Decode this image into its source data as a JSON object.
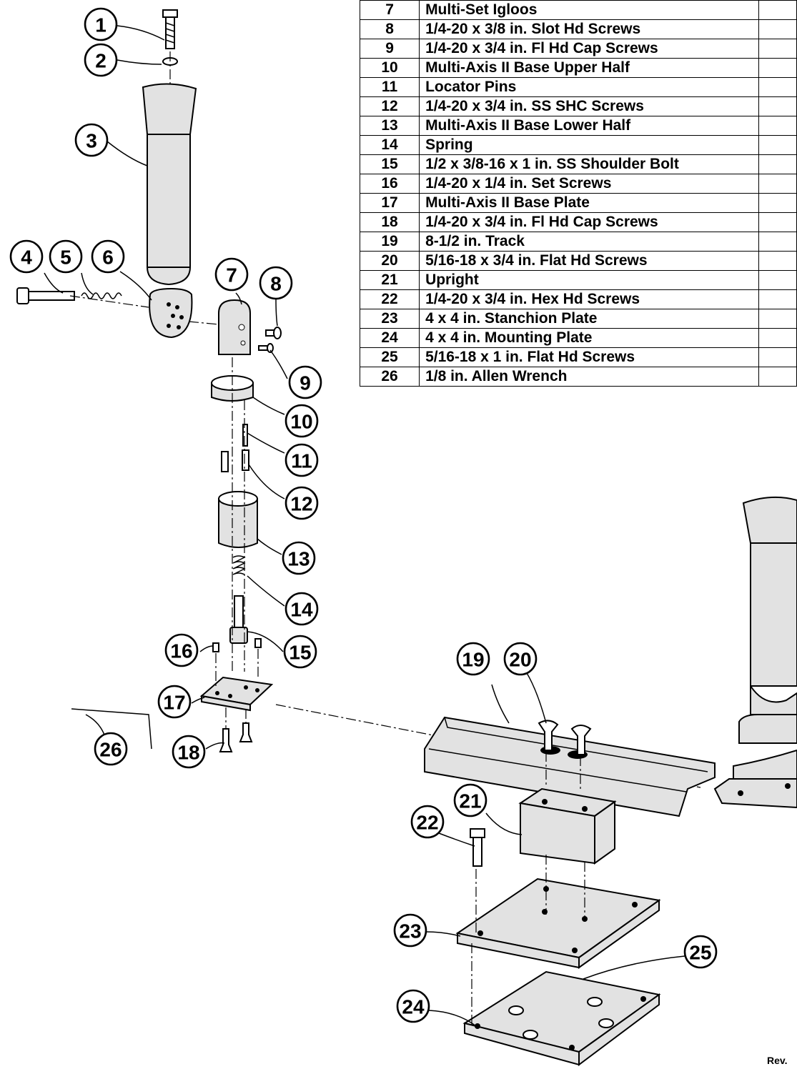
{
  "parts": [
    {
      "number": "7",
      "description": "Multi-Set Igloos"
    },
    {
      "number": "8",
      "description": "1/4-20 x 3/8 in. Slot Hd Screws"
    },
    {
      "number": "9",
      "description": "1/4-20 x 3/4 in. Fl Hd Cap Screws"
    },
    {
      "number": "10",
      "description": "Multi-Axis II Base Upper Half"
    },
    {
      "number": "11",
      "description": "Locator Pins"
    },
    {
      "number": "12",
      "description": "1/4-20 x 3/4 in. SS SHC Screws"
    },
    {
      "number": "13",
      "description": "Multi-Axis II Base Lower Half"
    },
    {
      "number": "14",
      "description": "Spring"
    },
    {
      "number": "15",
      "description": "1/2 x 3/8-16 x 1 in. SS Shoulder Bolt"
    },
    {
      "number": "16",
      "description": "1/4-20 x 1/4 in. Set Screws"
    },
    {
      "number": "17",
      "description": "Multi-Axis II Base Plate"
    },
    {
      "number": "18",
      "description": "1/4-20 x 3/4 in. Fl Hd Cap Screws"
    },
    {
      "number": "19",
      "description": "8-1/2 in. Track"
    },
    {
      "number": "20",
      "description": "5/16-18 x 3/4 in. Flat Hd Screws"
    },
    {
      "number": "21",
      "description": "Upright"
    },
    {
      "number": "22",
      "description": "1/4-20 x 3/4 in. Hex Hd Screws"
    },
    {
      "number": "23",
      "description": "4 x 4 in. Stanchion Plate"
    },
    {
      "number": "24",
      "description": "4 x 4 in. Mounting Plate"
    },
    {
      "number": "25",
      "description": "5/16-18 x 1 in. Flat Hd Screws"
    },
    {
      "number": "26",
      "description": "1/8 in. Allen Wrench"
    }
  ],
  "callouts": [
    "1",
    "2",
    "3",
    "4",
    "5",
    "6",
    "7",
    "8",
    "9",
    "10",
    "11",
    "12",
    "13",
    "14",
    "15",
    "16",
    "17",
    "18",
    "19",
    "20",
    "21",
    "22",
    "23",
    "24",
    "25",
    "26"
  ],
  "footer": {
    "rev": "Rev."
  }
}
